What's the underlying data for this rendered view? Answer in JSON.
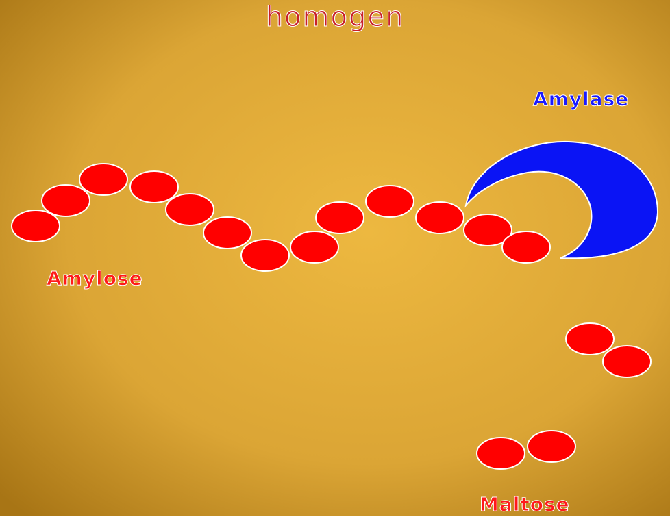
{
  "title": "homogen",
  "labels": {
    "enzyme": "Amylase",
    "polymer": "Amylose",
    "product": "Maltose"
  },
  "colors": {
    "background_light": "#e8b23e",
    "background_dark": "#b27d18",
    "glucose_unit": "#ff0000",
    "unit_outline": "#ffffff",
    "enzyme": "#0a14f5",
    "title_text": "#c8212b",
    "enzyme_label": "#1a1aff",
    "molecule_label": "#ff1a1a"
  },
  "molecules": {
    "amylose_chain_units": 13,
    "free_maltose_pairs": 2
  }
}
